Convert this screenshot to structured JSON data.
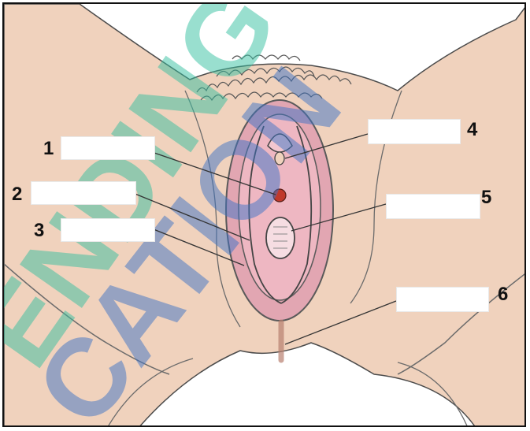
{
  "diagram": {
    "markers": [
      {
        "id": "1",
        "label": "1",
        "answer": ""
      },
      {
        "id": "2",
        "label": "2",
        "answer": ""
      },
      {
        "id": "3",
        "label": "3",
        "answer": ""
      },
      {
        "id": "4",
        "label": "4",
        "answer": ""
      },
      {
        "id": "5",
        "label": "5",
        "answer": ""
      },
      {
        "id": "6",
        "label": "6",
        "answer": ""
      }
    ],
    "watermark": {
      "line1": "ENDING",
      "line2": "CATION",
      "color_green": "#36c0a1",
      "color_blue": "#3f74c6"
    },
    "colors": {
      "skin": "#f0d2bd",
      "outline": "#4b4b4b",
      "pink": "#e89aae",
      "accent_red": "#c0392b"
    }
  }
}
